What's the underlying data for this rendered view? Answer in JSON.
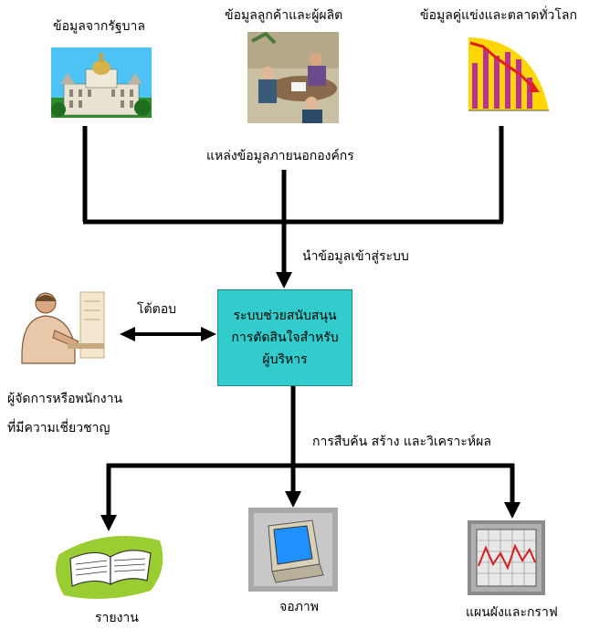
{
  "sources": {
    "government": "ข้อมูลจากรัฐบาล",
    "customers": "ข้อมูลลูกค้าและผู้ผลิต",
    "competitors": "ข้อมูลคู่แข่งและตลาดทั่วโลก"
  },
  "external_label": "แหล่งข้อมูลภายนอกองค์กร",
  "input_label": "นำข้อมูลเข้าสู่ระบบ",
  "center": {
    "line1": "ระบบช่วยสนับสนุน",
    "line2": "การตัดสินใจสำหรับ",
    "line3": "ผู้บริหาร"
  },
  "interact_label": "โต้ตอบ",
  "user": {
    "line1": "ผู้จัดการหรือพนักงาน",
    "line2": "ที่มีความเชี่ยวชาญ"
  },
  "process_label": "การสืบค้น สร้าง และวิเคราะห์ผล",
  "outputs": {
    "report": "รายงาน",
    "screen": "จอภาพ",
    "graph": "แผนผังและกราฟ"
  },
  "colors": {
    "center_box": "#33cccc",
    "arrows": "#000000"
  }
}
